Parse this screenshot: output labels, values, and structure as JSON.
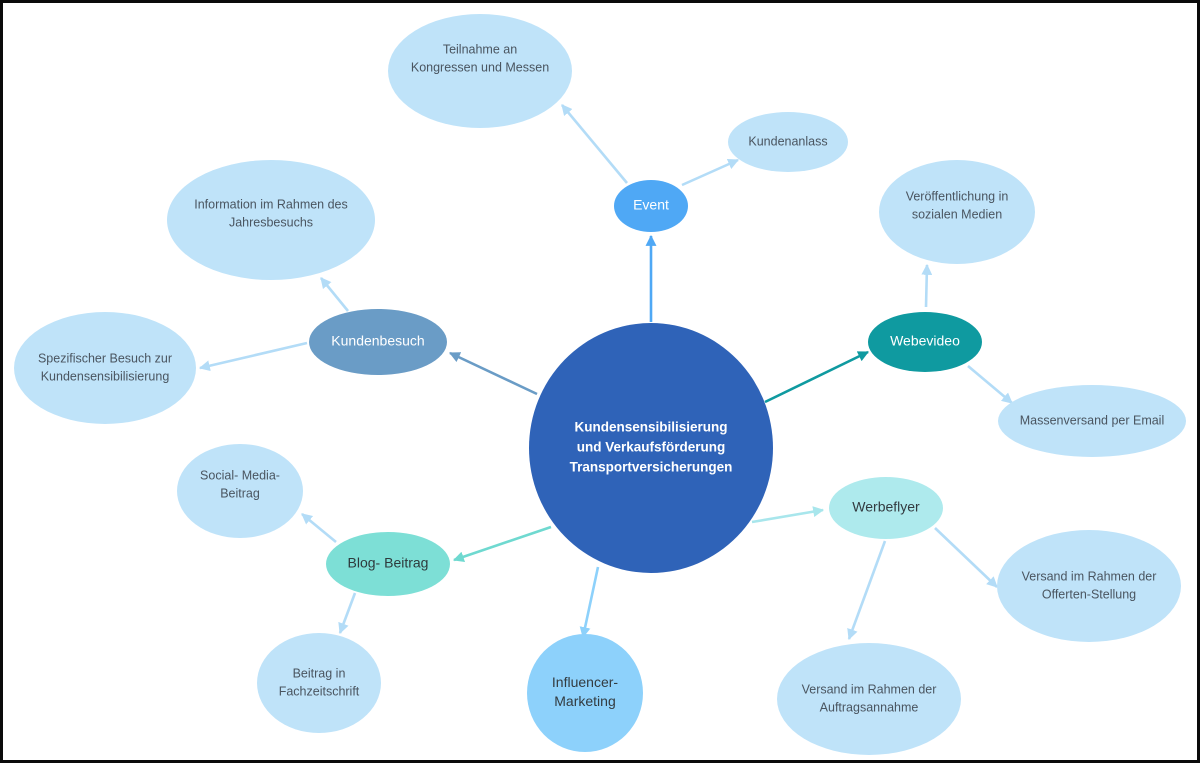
{
  "diagram": {
    "type": "mind-map",
    "root": {
      "id": "root",
      "lines": [
        "Kundensensibilisierung",
        "und Verkaufsförderung",
        "Transportversicherungen"
      ],
      "fill": "#2f63b8",
      "text_color": "#ffffff"
    },
    "branches": [
      {
        "id": "event",
        "lines": [
          "Event"
        ],
        "fill": "#4fa8f5",
        "text_color": "#ffffff",
        "edge_color": "#4fa8f5",
        "children": [
          {
            "id": "teilnahme",
            "lines": [
              "Teilnahme an",
              "Kongressen und Messen"
            ]
          },
          {
            "id": "kundenanlass",
            "lines": [
              "Kundenanlass"
            ]
          }
        ]
      },
      {
        "id": "webevideo",
        "lines": [
          "Webevideo"
        ],
        "fill": "#0f9aa0",
        "text_color": "#ffffff",
        "edge_color": "#0f9aa0",
        "children": [
          {
            "id": "veroeffentlichung",
            "lines": [
              "Veröffentlichung in",
              "sozialen Medien"
            ]
          },
          {
            "id": "massenversand",
            "lines": [
              "Massenversand per Email"
            ]
          }
        ]
      },
      {
        "id": "werbeflyer",
        "lines": [
          "Werbeflyer"
        ],
        "fill": "#aeeaed",
        "text_color": "#333b40",
        "edge_color": "#a8e6ec",
        "children": [
          {
            "id": "offerten",
            "lines": [
              "Versand im Rahmen der",
              "Offerten-Stellung"
            ]
          },
          {
            "id": "auftragsannahme",
            "lines": [
              "Versand im Rahmen der",
              "Auftragsannahme"
            ]
          }
        ]
      },
      {
        "id": "influencer",
        "lines": [
          "Influencer-",
          "Marketing"
        ],
        "fill": "#8dd1fb",
        "text_color": "#333b40",
        "edge_color": "#8dd1fb",
        "children": []
      },
      {
        "id": "blog",
        "lines": [
          "Blog- Beitrag"
        ],
        "fill": "#7ddfd6",
        "text_color": "#2e3a3c",
        "edge_color": "#6fd9d0",
        "children": [
          {
            "id": "socialmedia",
            "lines": [
              "Social- Media-",
              "Beitrag"
            ]
          },
          {
            "id": "fachzeitschrift",
            "lines": [
              "Beitrag in",
              "Fachzeitschrift"
            ]
          }
        ]
      },
      {
        "id": "kundenbesuch",
        "lines": [
          "Kundenbesuch"
        ],
        "fill": "#6a9cc6",
        "text_color": "#ffffff",
        "edge_color": "#6a9cc6",
        "children": [
          {
            "id": "jahresbesuch",
            "lines": [
              "Information im Rahmen des",
              "Jahresbesuchs"
            ]
          },
          {
            "id": "spezifisch",
            "lines": [
              "Spezifischer Besuch zur",
              "Kundensensibilisierung"
            ]
          }
        ]
      }
    ],
    "leaf_style": {
      "fill": "#bfe3f9",
      "text_color": "#4a5560",
      "edge_color": "#b3dcf7"
    }
  }
}
